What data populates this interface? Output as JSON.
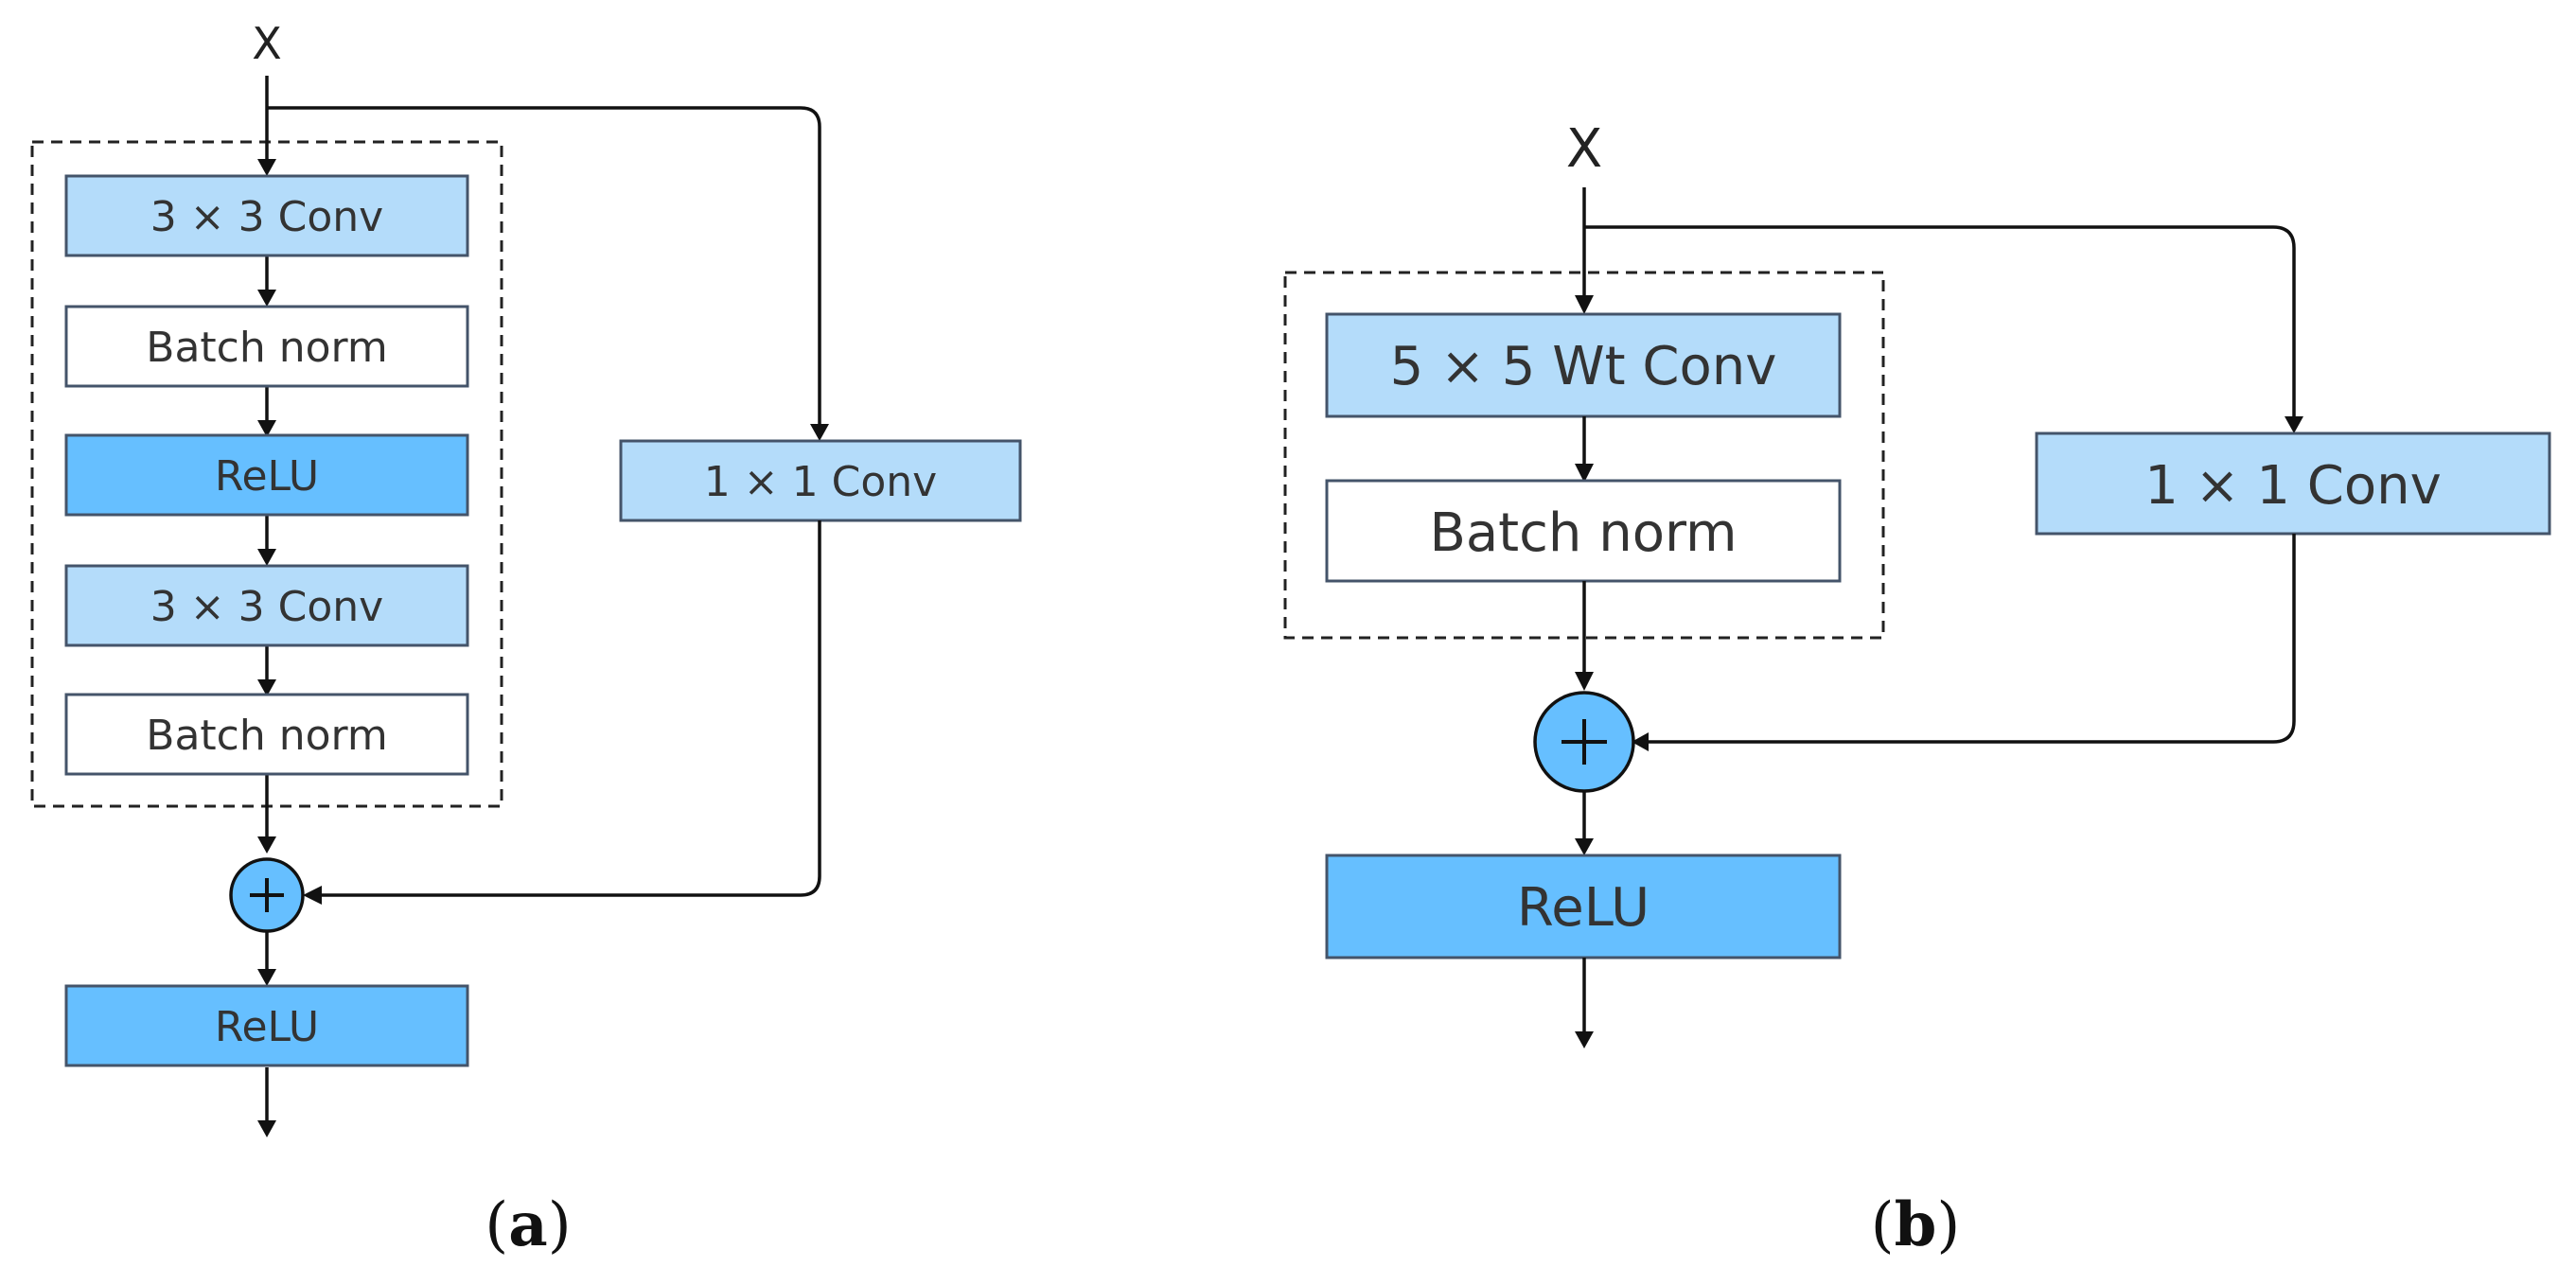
{
  "panel_a": {
    "input_label": "X",
    "blocks": [
      "3 × 3 Conv",
      "Batch norm",
      "ReLU",
      "3 × 3 Conv",
      "Batch norm"
    ],
    "shortcut_label": "1 × 1 Conv",
    "output_label": "ReLU",
    "caption": {
      "open": "(",
      "letter": "a",
      "close": ")"
    }
  },
  "panel_b": {
    "input_label": "X",
    "blocks": [
      "5 × 5 Wt Conv",
      "Batch norm"
    ],
    "shortcut_label": "1 × 1 Conv",
    "output_label": "ReLU",
    "caption": {
      "open": "(",
      "letter": "b",
      "close": ")"
    }
  },
  "colors": {
    "light_block": "#b4dcfa",
    "dark_block": "#66bfff",
    "plain_block": "#ffffff",
    "border": "#44546a"
  }
}
